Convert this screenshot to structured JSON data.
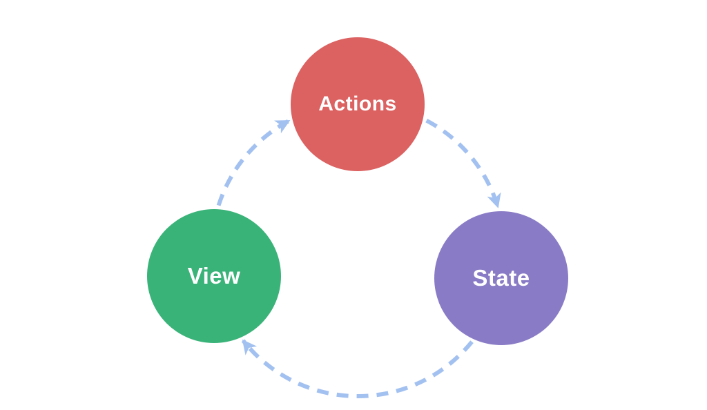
{
  "diagram": {
    "type": "cycle",
    "background": "#ffffff",
    "nodes": [
      {
        "id": "actions",
        "label": "Actions",
        "color": "#dc6161",
        "text_color": "#ffffff"
      },
      {
        "id": "view",
        "label": "View",
        "color": "#3ab379",
        "text_color": "#ffffff"
      },
      {
        "id": "state",
        "label": "State",
        "color": "#8a7bc6",
        "text_color": "#ffffff"
      }
    ],
    "edges": [
      {
        "from": "view",
        "to": "actions"
      },
      {
        "from": "actions",
        "to": "state"
      },
      {
        "from": "state",
        "to": "view"
      }
    ],
    "edge_style": {
      "color": "#a3c1f0",
      "pattern": "dashed",
      "arrowhead": "dart"
    }
  }
}
